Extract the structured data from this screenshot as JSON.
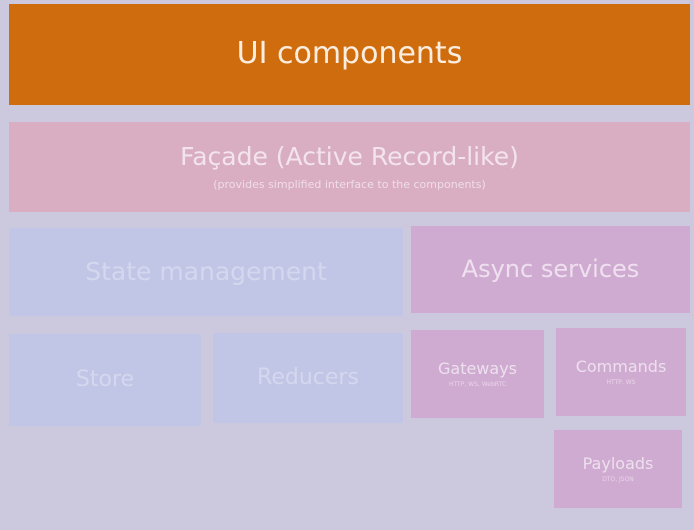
{
  "diagram": {
    "ui_components": {
      "label": "UI components"
    },
    "facade": {
      "label": "Façade (Active Record-like)",
      "sublabel": "(provides simplified interface to the components)"
    },
    "state_management": {
      "label": "State management"
    },
    "async_services": {
      "label": "Async services"
    },
    "store": {
      "label": "Store"
    },
    "reducers": {
      "label": "Reducers"
    },
    "gateways": {
      "label": "Gateways",
      "sublabel": "HTTP, WS, WebRTC"
    },
    "commands": {
      "label": "Commands",
      "sublabel": "HTTP, WS"
    },
    "payloads": {
      "label": "Payloads",
      "sublabel": "DTO, JSON"
    }
  },
  "colors": {
    "background": "#ccc8de",
    "ui_components": "#cf6d0e",
    "facade": "#d9aec2",
    "state_layer": "#c2c6e6",
    "async_layer": "#d0abd1"
  }
}
